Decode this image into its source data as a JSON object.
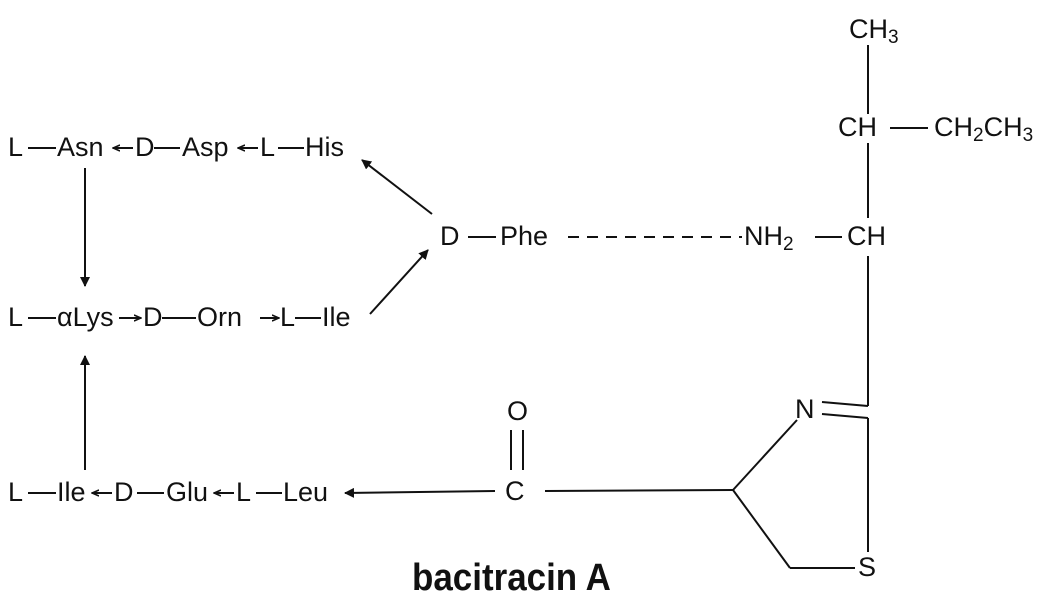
{
  "diagram": {
    "title": "bacitracin A",
    "residues": {
      "row1": {
        "l1": "L",
        "asn": "Asn",
        "d1": "D",
        "asp": "Asp",
        "l2": "L",
        "his": "His"
      },
      "row2": {
        "l1": "L",
        "alpha": "α",
        "lys": "Lys",
        "d1": "D",
        "orn": "Orn",
        "l2": "L",
        "ile": "Ile"
      },
      "row3": {
        "l1": "L",
        "ile": "Ile",
        "d1": "D",
        "glu": "Glu",
        "l2": "L",
        "leu": "Leu"
      },
      "phe": {
        "d": "D",
        "phe": "Phe"
      }
    },
    "side_chain": {
      "ch3_top": {
        "c": "CH",
        "n": "3"
      },
      "ch": "CH",
      "ethyl": {
        "a": "CH",
        "n1": "2",
        "b": "CH",
        "n2": "3"
      },
      "nh2": {
        "a": "NH",
        "n": "2"
      },
      "ch_alpha": "CH"
    },
    "ring": {
      "n": "N",
      "s": "S"
    },
    "carbonyl": {
      "o": "O",
      "c": "C"
    }
  }
}
